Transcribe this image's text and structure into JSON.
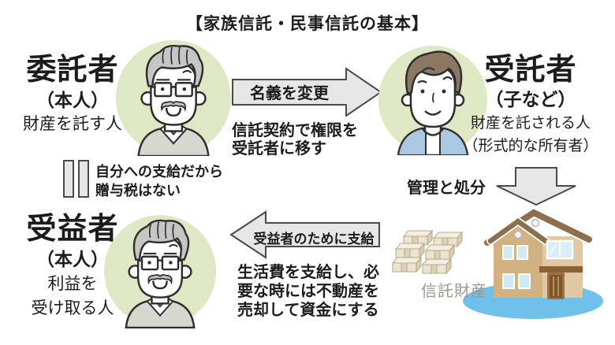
{
  "title": "【家族信託・民事信託の基本】",
  "roles": {
    "settlor": {
      "name": "委託者",
      "sub": "（本人）",
      "desc": "財産を託す人"
    },
    "trustee": {
      "name": "受託者",
      "sub": "（子など）",
      "desc1": "財産を託される人",
      "desc2": "（形式的な所有者）"
    },
    "beneficiary": {
      "name": "受益者",
      "sub": "（本人）",
      "desc1": "利益を",
      "desc2": "受け取る人"
    }
  },
  "flows": {
    "name_change": {
      "label": "名義を変更",
      "note1": "信託契約で権限を",
      "note2": "受託者に移す"
    },
    "management": {
      "label": "管理と処分"
    },
    "payment": {
      "label": "受益者のために支給",
      "note1": "生活費を支給し、必",
      "note2": "要な時には不動産を",
      "note3": "売却して資金にする"
    }
  },
  "equals_note": {
    "line1": "自分への支給だから",
    "line2": "贈与税はない"
  },
  "assets": {
    "label": "信託財産"
  },
  "icons": {
    "settlor_avatar": "elderly-man-in-green-circle",
    "trustee_avatar": "young-man-in-green-circle",
    "beneficiary_avatar": "elderly-man-in-green-circle",
    "equals": "double-bar-equals",
    "name_change_arrow": "arrow-right",
    "management_arrow": "arrow-down",
    "payment_arrow": "arrow-left",
    "trust_assets": "money-stacks-and-house-on-water"
  },
  "colors": {
    "avatar_bg": "#dfe8c4",
    "arrow_fill": "#e6e6e6",
    "arrow_border": "#4a4a4a",
    "assets_label": "#9b978e",
    "water": "#6fc0ea",
    "house_wall": "#d2b183",
    "house_roof": "#8d6f4c",
    "money": "#ece4d0",
    "text": "#1c1c1c"
  }
}
